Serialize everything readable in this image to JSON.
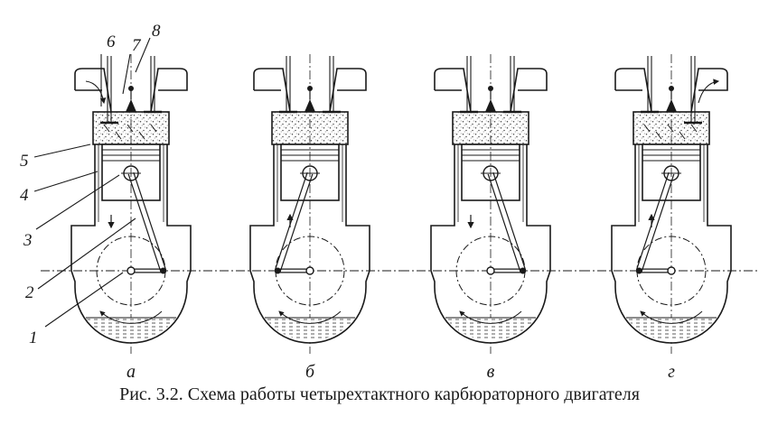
{
  "diagram": {
    "panels": [
      {
        "label": "а",
        "stroke": "intake",
        "piston": "down",
        "crank_angle": 20,
        "intake_open": true,
        "exhaust_open": false,
        "mixture": "flow",
        "spark": true
      },
      {
        "label": "б",
        "stroke": "compression",
        "piston": "up",
        "crank_angle": 160,
        "intake_open": false,
        "exhaust_open": false,
        "mixture": "dense",
        "spark": true
      },
      {
        "label": "в",
        "stroke": "power",
        "piston": "down",
        "crank_angle": 20,
        "intake_open": false,
        "exhaust_open": false,
        "mixture": "dense",
        "spark": true
      },
      {
        "label": "г",
        "stroke": "exhaust",
        "piston": "up",
        "crank_angle": 160,
        "intake_open": false,
        "exhaust_open": true,
        "mixture": "flow",
        "spark": true
      }
    ],
    "callouts": [
      "1",
      "2",
      "3",
      "4",
      "5",
      "6",
      "7",
      "8"
    ]
  },
  "caption": "Рис. 3.2. Схема работы четырехтактного карбюраторного двигателя",
  "colors": {
    "ink": "#1a1a1a",
    "paper": "#ffffff",
    "stipple": "#555555"
  }
}
